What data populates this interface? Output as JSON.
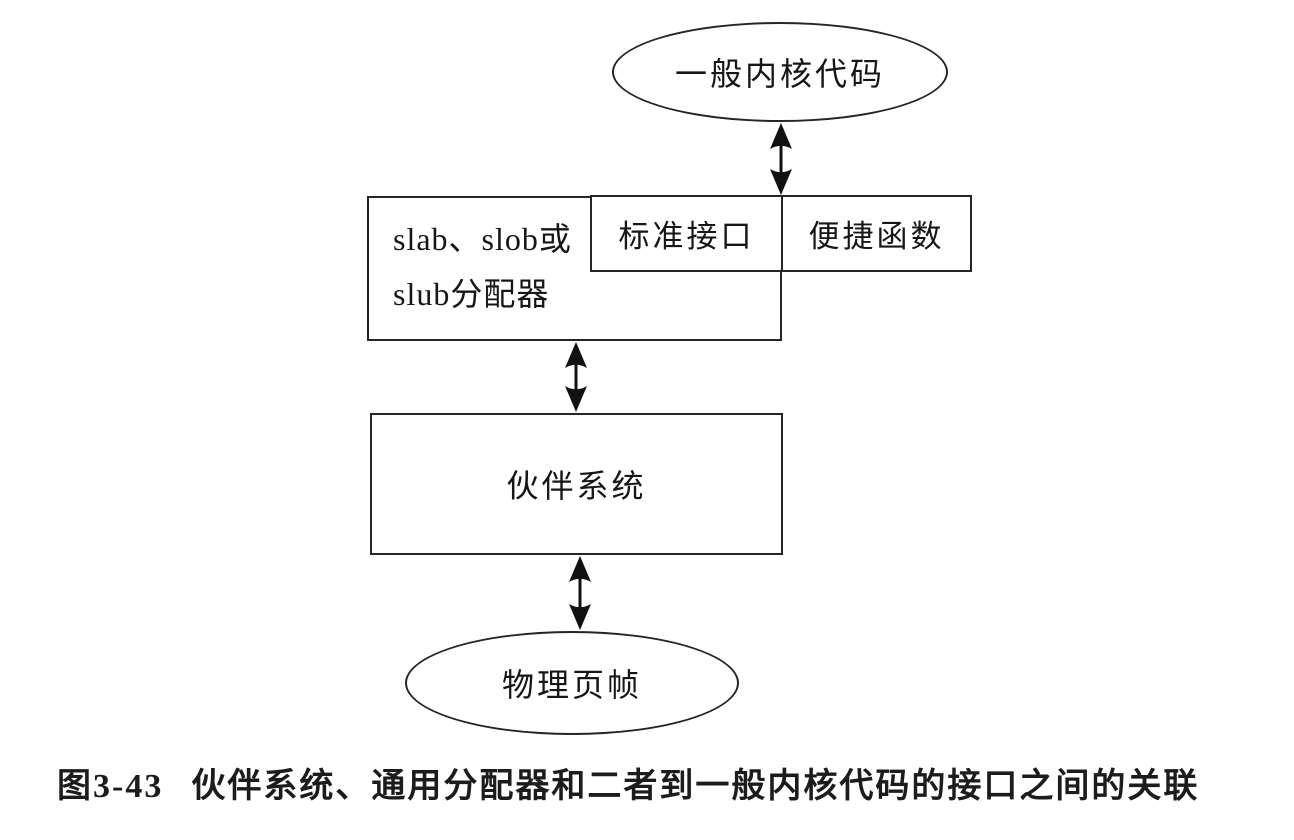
{
  "diagram": {
    "top_ellipse": "一般内核代码",
    "allocator_box_line1": "slab、slob或",
    "allocator_box_line2": "slub分配器",
    "standard_interface_box": "标准接口",
    "convenience_functions_box": "便捷函数",
    "buddy_box": "伙伴系统",
    "bottom_ellipse": "物理页帧"
  },
  "connectors": [
    {
      "name": "kernel-code-to-standard-interface",
      "type": "double-headed-vertical-arrow"
    },
    {
      "name": "allocator-to-buddy-system",
      "type": "double-headed-vertical-arrow"
    },
    {
      "name": "buddy-system-to-physical-pages",
      "type": "double-headed-vertical-arrow"
    }
  ],
  "caption": {
    "figure_label": "图3-43",
    "text": "伙伴系统、通用分配器和二者到一般内核代码的接口之间的关联"
  },
  "colors": {
    "background": "#ffffff",
    "line": "#252525",
    "arrow": "#111111",
    "text": "#161616"
  }
}
